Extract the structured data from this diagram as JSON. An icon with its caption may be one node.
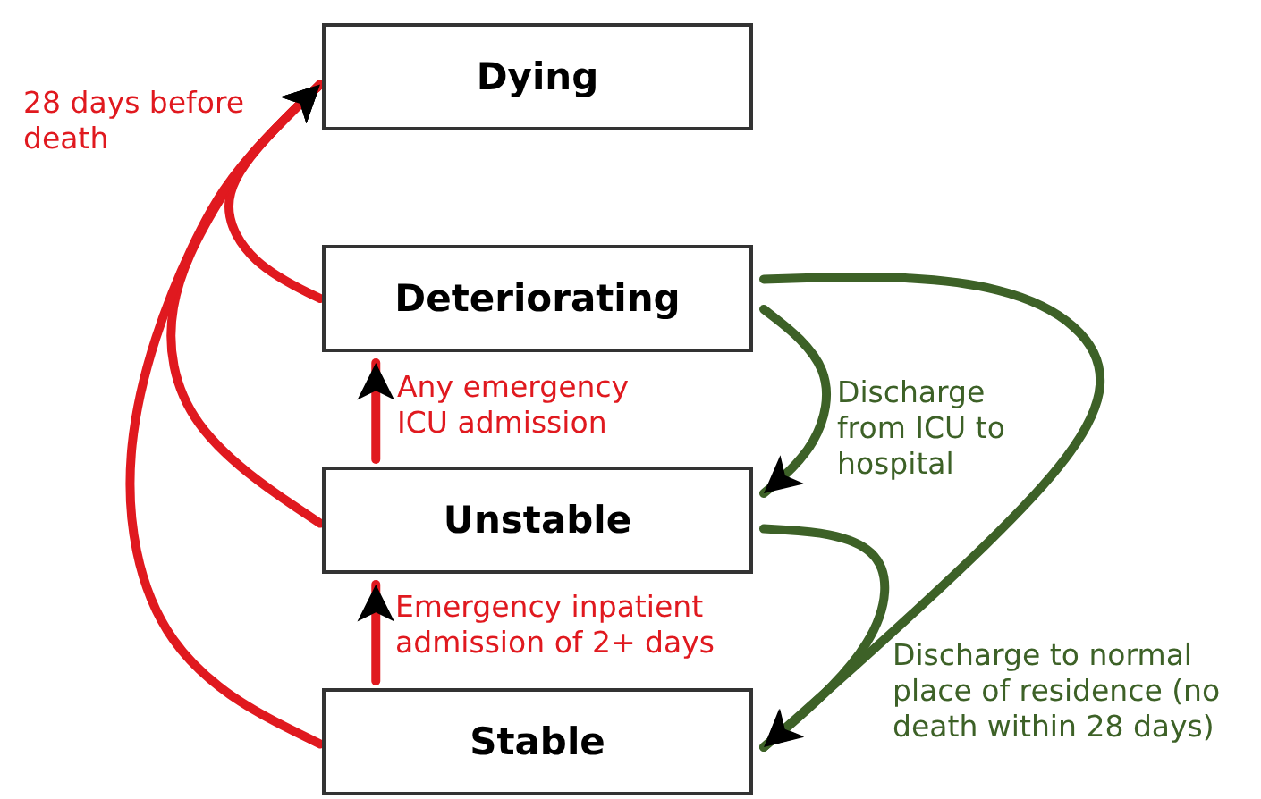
{
  "diagram": {
    "nodes": [
      {
        "text": [
          "Dying"
        ]
      },
      {
        "text": [
          "Deteriorating"
        ]
      },
      {
        "text": [
          "Unstable"
        ]
      },
      {
        "text": [
          "Stable"
        ]
      }
    ],
    "edges": [
      {
        "from": 1,
        "to": 0,
        "arrow": "to",
        "label": "28 days before death"
      },
      {
        "from": 2,
        "to": 0,
        "arrow": "to"
      },
      {
        "from": 3,
        "to": 0,
        "arrow": "to"
      },
      {
        "from": 2,
        "to": 1,
        "arrow": "to",
        "label": "Any emergency ICU admission"
      },
      {
        "from": 3,
        "to": 2,
        "arrow": "to",
        "label": "Emergency inpatient admission of 2+ days"
      },
      {
        "from": 1,
        "to": 2,
        "arrow": "to",
        "color": "#3d6127",
        "label": "Discharge from ICU to hospital"
      },
      {
        "from": 1,
        "to": 3,
        "arrow": "to",
        "color": "#3d6127",
        "label": "Discharge to normal place of residence (no death within 28 days)"
      },
      {
        "from": 2,
        "to": 3,
        "arrow": "to",
        "color": "#3d6127"
      }
    ]
  }
}
